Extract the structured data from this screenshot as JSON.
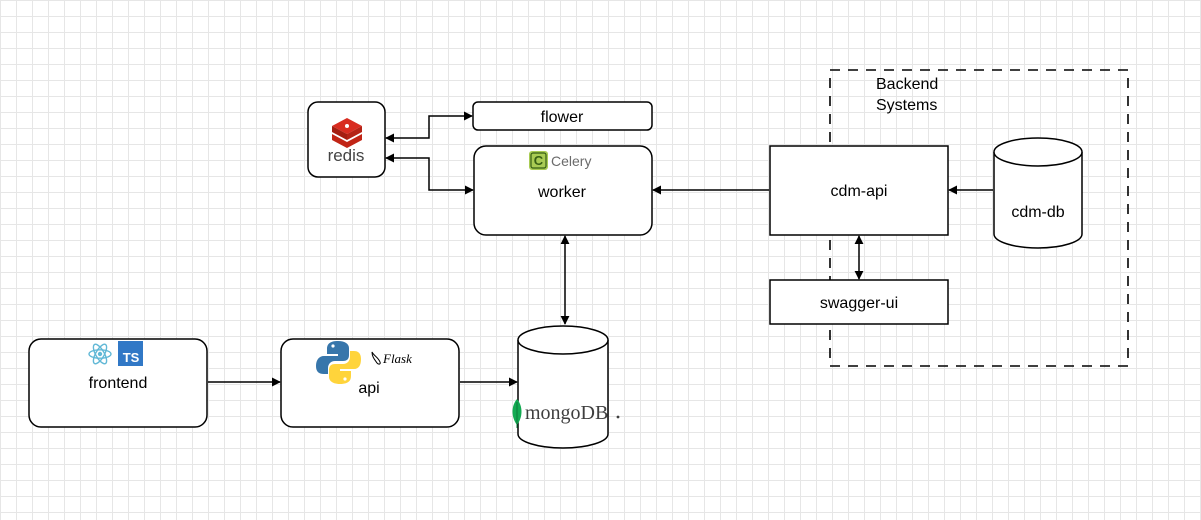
{
  "nodes": {
    "flower": "flower",
    "worker": "worker",
    "celery": "Celery",
    "redis": "redis",
    "cdm_api": "cdm-api",
    "cdm_db": "cdm-db",
    "swagger_ui": "swagger-ui",
    "frontend": "frontend",
    "api": "api",
    "flask": "Flask",
    "mongodb": "mongoDB",
    "ts_badge": "TS"
  },
  "groups": {
    "backend": {
      "line1": "Backend",
      "line2": "Systems"
    }
  },
  "edges": [
    {
      "from": "redis",
      "to": "flower",
      "type": "bidirectional"
    },
    {
      "from": "redis",
      "to": "worker",
      "type": "bidirectional"
    },
    {
      "from": "cdm-api",
      "to": "worker",
      "type": "directed"
    },
    {
      "from": "cdm-db",
      "to": "cdm-api",
      "type": "directed"
    },
    {
      "from": "cdm-api",
      "to": "swagger-ui",
      "type": "bidirectional"
    },
    {
      "from": "worker",
      "to": "mongodb",
      "type": "bidirectional"
    },
    {
      "from": "frontend",
      "to": "api",
      "type": "directed"
    },
    {
      "from": "api",
      "to": "mongodb",
      "type": "directed"
    }
  ],
  "colors": {
    "celery_green": "#a9cc54",
    "redis_red": "#d82c20",
    "react_blue": "#61b8d6",
    "ts_blue": "#3178c6",
    "python_blue": "#3776ab",
    "python_yellow": "#ffd43b",
    "mongo_green": "#13aa52"
  }
}
